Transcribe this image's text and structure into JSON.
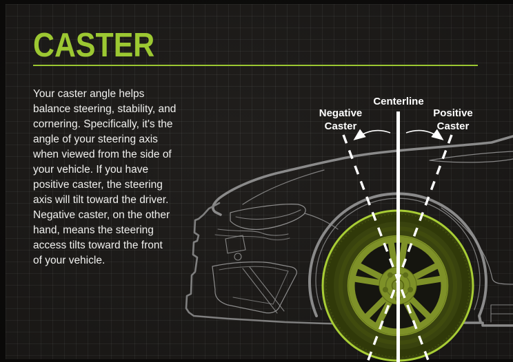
{
  "page": {
    "title": "CASTER"
  },
  "intro": {
    "text": "Your caster angle helps\nbalance steering, stability, and\ncornering. Specifically, it's the\nangle of your steering axis\nwhen viewed from the side of\nyour vehicle. If you have\npositive caster, the steering\naxis will tilt toward the driver.\nNegative caster, on the other\nhand, means the steering\naccess tilts toward the front\nof your vehicle."
  },
  "diagram": {
    "centerline_label": "Centerline",
    "negative_label": "Negative\nCaster",
    "positive_label": "Positive\nCaster"
  },
  "colors": {
    "accent_green": "#9cc832",
    "wheel_rim_bright": "#a8cd35",
    "wheel_spoke_olive": "#7e9128",
    "tire_dark_olive": "#39430e",
    "car_line_gray": "#888888",
    "car_line_gray_thin": "#9a9a9a",
    "background_panel": "#1c1a18",
    "frame_black": "#0b0a09",
    "text_white": "#f0f0ee",
    "guide_white": "#ffffff"
  }
}
